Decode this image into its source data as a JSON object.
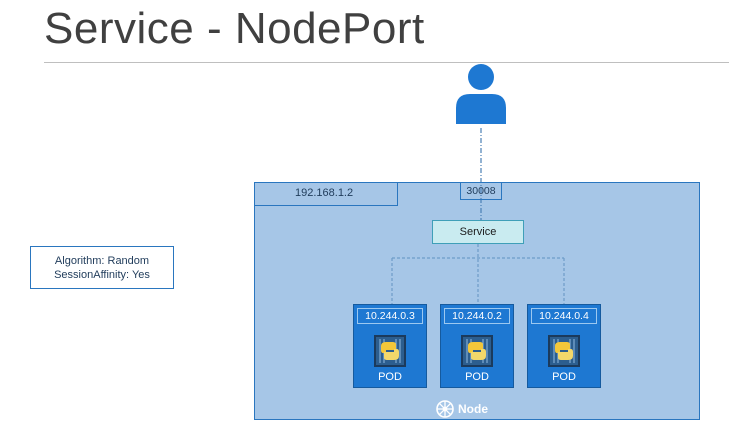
{
  "title": "Service - NodePort",
  "node": {
    "ip": "192.168.1.2",
    "label": "Node",
    "node_port": "30008"
  },
  "service": {
    "label": "Service"
  },
  "pods": [
    {
      "ip": "10.244.0.3",
      "label": "POD"
    },
    {
      "ip": "10.244.0.2",
      "label": "POD"
    },
    {
      "ip": "10.244.0.4",
      "label": "POD"
    }
  ],
  "algorithm": {
    "line1": "Algorithm: Random",
    "line2": "SessionAffinity: Yes"
  },
  "icons": {
    "user": "user-icon",
    "pod_app": "python-container-icon",
    "node": "kubernetes-wheel-icon"
  },
  "colors": {
    "node_bg": "#a6c6e7",
    "border": "#2a76bf",
    "pod": "#1e78d2",
    "service": "#c9ebf0",
    "user": "#1e78d2"
  }
}
